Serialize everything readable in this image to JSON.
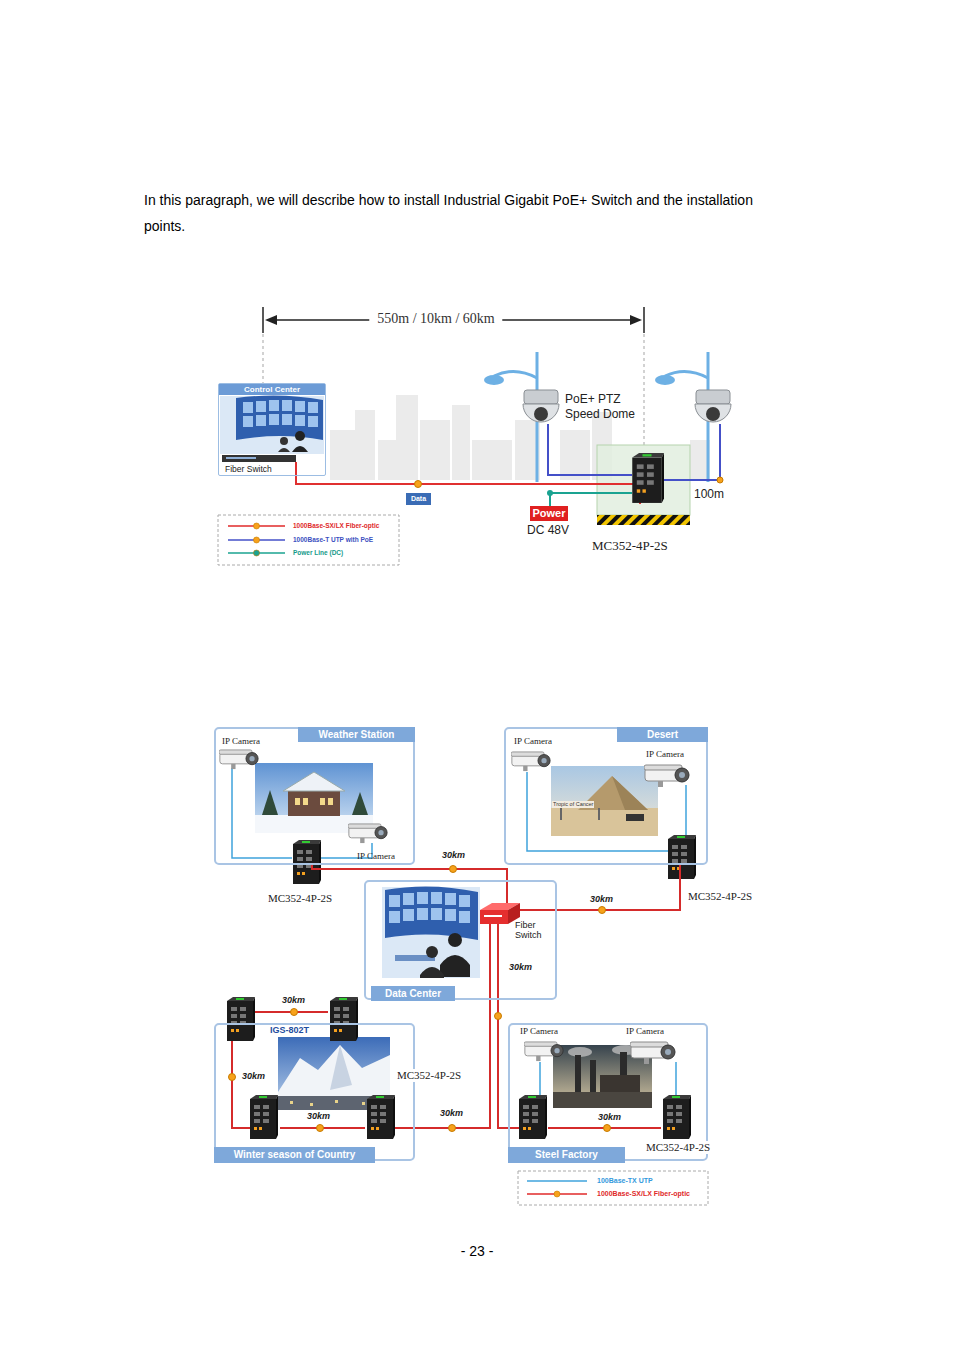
{
  "diagram": {
    "nodes": [
      {
        "text": [
          "Control Center",
          "Fiber Switch"
        ]
      },
      {
        "text": [
          "Data"
        ]
      },
      {
        "text": [
          "Power"
        ]
      },
      {
        "text": [
          "Weather Station",
          "IP Camera",
          "IP Camera"
        ]
      },
      {
        "text": [
          "Desert",
          "IP Camera",
          "IP Camera"
        ]
      },
      {
        "text": [
          "Data Center",
          "Fiber Switch"
        ]
      },
      {
        "text": [
          "Winter season of Country"
        ]
      },
      {
        "text": [
          "Steel Factory",
          "IP Camera",
          "IP Camera"
        ]
      }
    ],
    "edges": [
      {
        "from": 5,
        "to": 3,
        "arrow": "none",
        "label": "30km"
      },
      {
        "from": 5,
        "to": 4,
        "arrow": "none",
        "label": "30km"
      },
      {
        "from": 5,
        "to": 6,
        "arrow": "none",
        "label": "30km"
      },
      {
        "from": 5,
        "to": 7,
        "arrow": "none",
        "label": "30km"
      }
    ],
    "labels": [
      "In this paragraph, we will describe how to install Industrial Gigabit PoE+ Switch and the installation points.",
      "550m / 10km / 60km",
      "PoE+ PTZ Speed Dome",
      "DC 48V",
      "100m",
      "MC352-4P-2S",
      "MC352-4P-2S",
      "MC352-4P-2S",
      "Tropic of Cancer",
      "30km",
      "IGS-802T",
      "MC352-4P-2S",
      "30km",
      "30km",
      "30km",
      "MC352-4P-2S",
      "- 23 -"
    ],
    "legend": [
      {
        "text": "1000Base-SX/LX Fiber-optic"
      },
      {
        "text": "1000Base-T UTP with PoE"
      },
      {
        "text": "Power Line (DC)"
      },
      {
        "text": "100Base-TX UTP"
      },
      {
        "text": "1000Base-SX/LX Fiber-optic"
      }
    ]
  }
}
